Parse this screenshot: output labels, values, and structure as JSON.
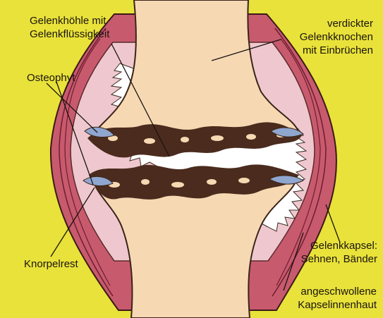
{
  "labels": {
    "joint_cavity": [
      "Gelenkhöhle mit",
      "Gelenkflüssigkeit"
    ],
    "osteophyte": "Osteophyt",
    "thickened_bone": [
      "verdickter",
      "Gelenkknochen",
      "mit Einbrüchen"
    ],
    "cartilage_remnant": "Knorpelrest",
    "joint_capsule": [
      "Gelenkkapsel:",
      "Sehnen, Bänder"
    ],
    "synovium": [
      "angeschwollene",
      "Kapselinnenhaut"
    ]
  },
  "colors": {
    "background": "#e9e23a",
    "bone": "#f6d9b3",
    "bone_lesion": "#4a2b1d",
    "capsule": "#c85a6e",
    "synovium": "#efc8cf",
    "joint_fluid": "#ffffff",
    "cartilage": "#8fa6cf"
  }
}
